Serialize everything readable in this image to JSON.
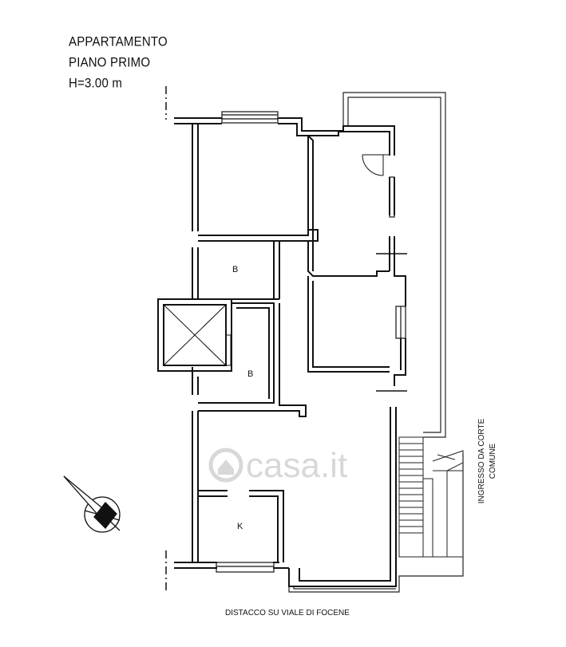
{
  "title": {
    "line1": "APPARTAMENTO",
    "line2": "PIANO PRIMO",
    "line3": "H=3.00 m"
  },
  "rooms": {
    "bath1": "B",
    "bath2": "B",
    "kitchen": "K"
  },
  "entrance": {
    "line1": "INGRESSO DA CORTE",
    "line2": "COMUNE"
  },
  "street_note": "DISTACCO SU VIALE DI FOCENE",
  "watermark": "casa.it",
  "colors": {
    "wall": "#111111",
    "line": "#222222",
    "watermark": "#d8d8d8"
  }
}
